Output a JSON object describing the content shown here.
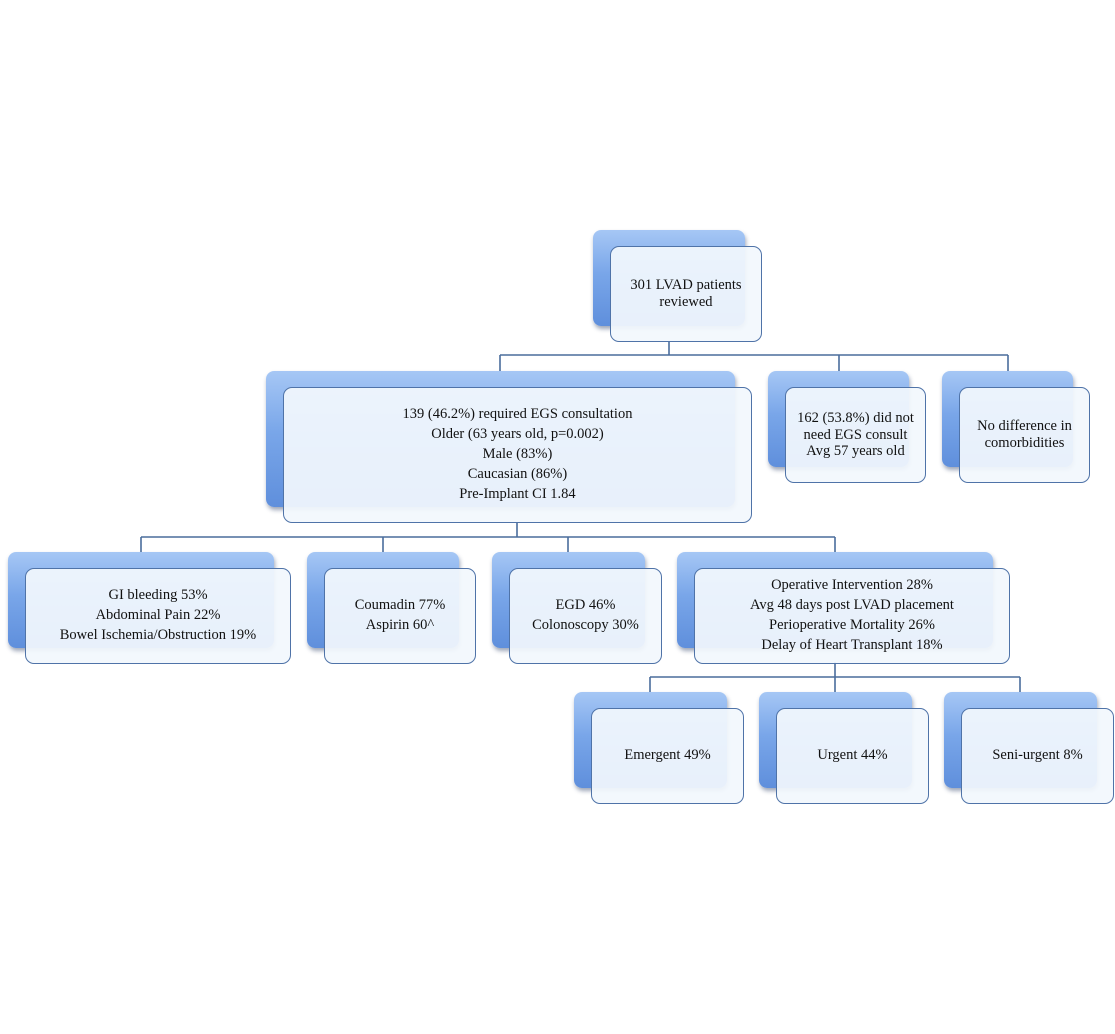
{
  "root": {
    "lines": [
      "301 LVAD patients",
      "reviewed"
    ]
  },
  "level2": {
    "egs": {
      "lines": [
        "139 (46.2%) required EGS consultation",
        "Older (63 years old, p=0.002)",
        "Male (83%)",
        "Caucasian (86%)",
        "Pre-Implant CI 1.84"
      ]
    },
    "no_egs": {
      "lines": [
        "162 (53.8%) did not",
        "need EGS consult",
        "Avg 57 years old"
      ]
    },
    "comorbidities": {
      "lines": [
        "No difference in",
        "comorbidities"
      ]
    }
  },
  "level3": {
    "gi": {
      "lines": [
        "GI bleeding 53%",
        "Abdominal Pain 22%",
        "Bowel Ischemia/Obstruction 19%"
      ]
    },
    "anticoag": {
      "lines": [
        "Coumadin 77%",
        "Aspirin 60^"
      ]
    },
    "endoscopy": {
      "lines": [
        "EGD 46%",
        "Colonoscopy 30%"
      ]
    },
    "operative": {
      "lines": [
        "Operative Intervention 28%",
        "Avg 48 days post LVAD placement",
        "Perioperative Mortality 26%",
        "Delay of Heart Transplant 18%"
      ]
    }
  },
  "level4": {
    "emergent": {
      "label": "Emergent 49%"
    },
    "urgent": {
      "label": "Urgent 44%"
    },
    "semi_urgent": {
      "label": "Seni-urgent 8%"
    }
  },
  "colors": {
    "connector": "#4a6d9c",
    "box_border": "#4f73a8",
    "box_gradient_top": "#a6c7f5",
    "box_gradient_bottom": "#5f8fdc",
    "box_fill": "#f2f7fd"
  }
}
